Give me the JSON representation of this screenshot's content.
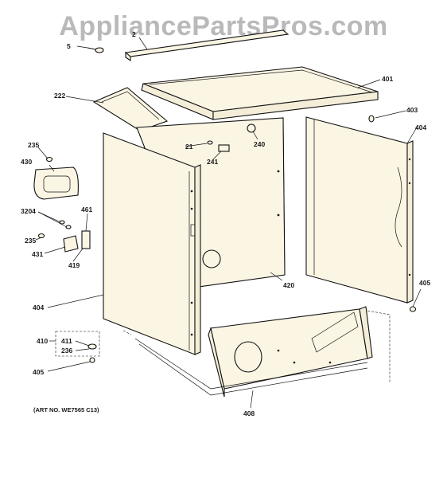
{
  "watermark": "AppliancePartsPros.com",
  "art_number": "(ART NO. WE7565 C13)",
  "parts": {
    "p5": "5",
    "p2": "2",
    "p401": "401",
    "p222": "222",
    "p403": "403",
    "p404_right": "404",
    "p235_top": "235",
    "p21": "21",
    "p240": "240",
    "p430": "430",
    "p241": "241",
    "p3204": "3204",
    "p461": "461",
    "p235_mid": "235",
    "p431": "431",
    "p419": "419",
    "p420": "420",
    "p405_right": "405",
    "p404_left": "404",
    "p410": "410",
    "p411": "411",
    "p236": "236",
    "p405_left": "405",
    "p408": "408"
  }
}
